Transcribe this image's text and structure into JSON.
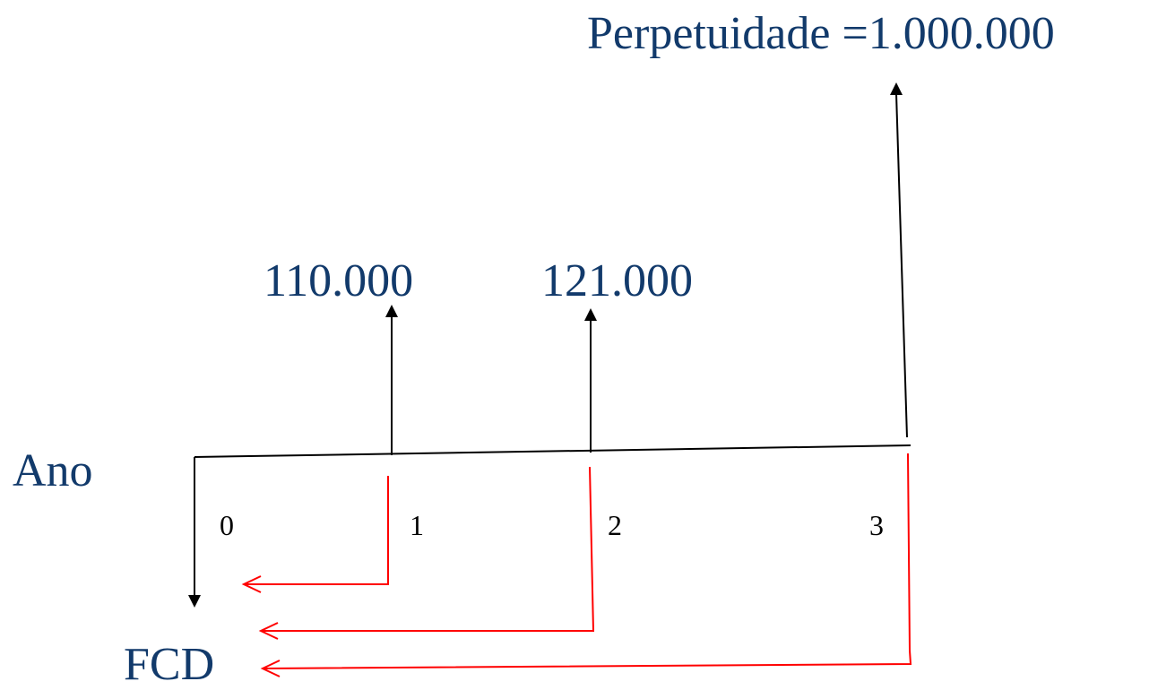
{
  "diagram": {
    "perpetuity_label": "Perpetuidade =1.000.000",
    "cash_flows": [
      {
        "year": "1",
        "amount": "110.000"
      },
      {
        "year": "2",
        "amount": "121.000"
      }
    ],
    "axis_label": "Ano",
    "years": [
      "0",
      "1",
      "2",
      "3"
    ],
    "pv_label": "FCD"
  },
  "colors": {
    "text": "#123a6b",
    "axis": "#000000",
    "discount_arrows": "#ff0000"
  }
}
